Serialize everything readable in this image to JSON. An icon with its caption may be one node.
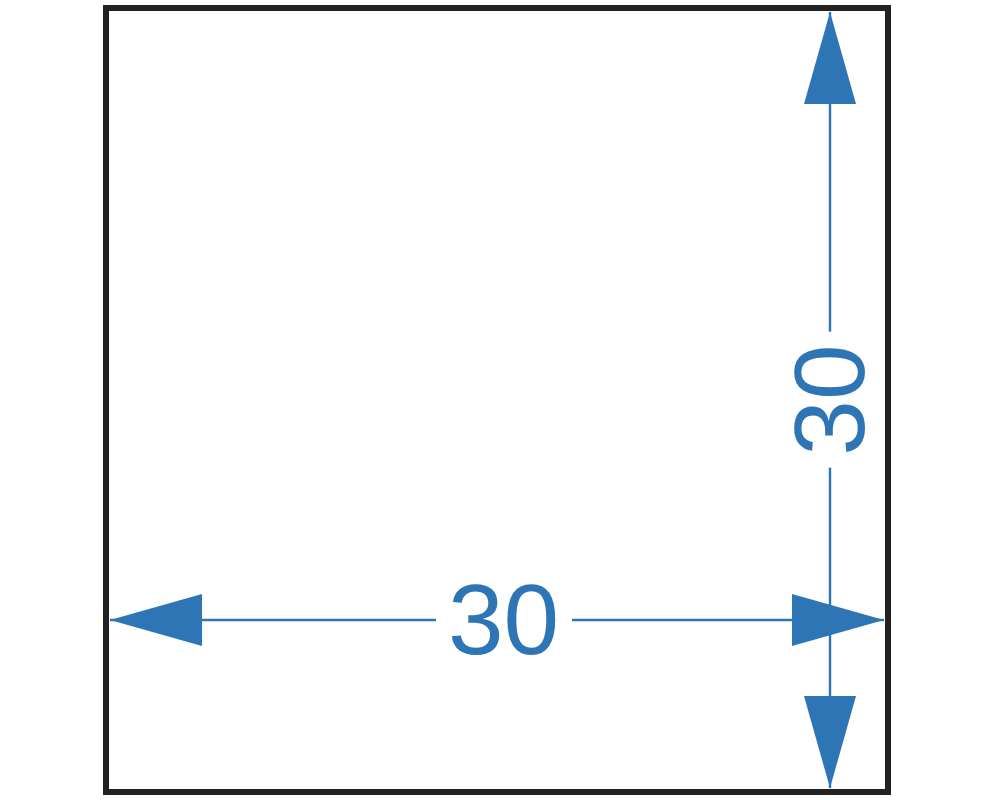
{
  "diagram": {
    "nodes": [
      {
        "text": [],
        "shape": "box"
      }
    ],
    "labels": [
      "30",
      "30"
    ]
  }
}
